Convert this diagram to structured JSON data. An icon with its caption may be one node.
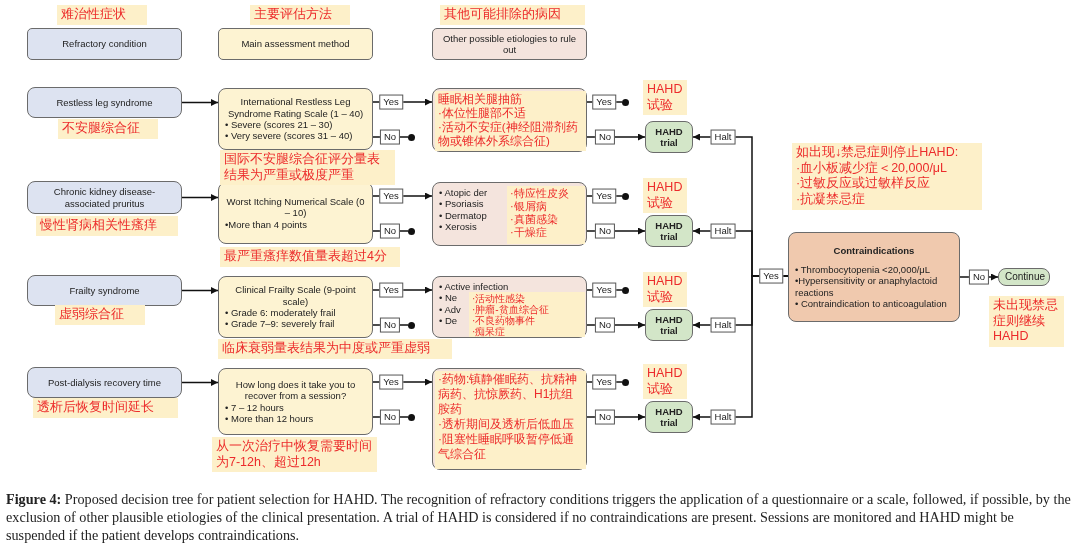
{
  "diagram": {
    "caption": "**Figure 4:** Proposed decision tree for patient selection for HAHD. The recognition of refractory conditions triggers the application of a questionnaire or a scale, followed, if possible, by the exclusion of other plausible etiologies of the clinical presentation. A trial of HAHD is considered if no contraindications are present. Sessions are monitored and HAHD might be suspended if the patient develops contraindications.",
    "nodes": [
      {
        "text": [
          "Refractory condition"
        ],
        "beside": [
          "难治性症状"
        ]
      },
      {
        "text": [
          "Main assessment method"
        ],
        "beside": [
          "主要评估方法"
        ]
      },
      {
        "text": [
          "Other possible etiologies to rule out"
        ],
        "beside": [
          "其他可能排除的病因"
        ]
      },
      {
        "text": [
          "Restless leg syndrome"
        ],
        "beside": [
          "不安腿综合征"
        ]
      },
      {
        "text": [
          "International Restless Leg Syndrome Rating Scale (1 – 40)",
          "• Severe (scores 21 – 30)",
          "• Very severe (scores 31 – 40)"
        ],
        "beside": [
          "国际不安腿综合征评分量表结果为严重或极度严重"
        ]
      },
      {
        "text": [
          "睡眠相关腿抽筋",
          "·体位性腿部不适",
          "·活动不安症(神经阻滞剂药物或锥体外系综合征)"
        ]
      },
      {
        "text": [
          "HAHD trial"
        ],
        "beside": [
          "HAHD试验"
        ]
      },
      {
        "text": [
          "Chronic kidney disease-associated pruritus"
        ],
        "beside": [
          "慢性肾病相关性瘙痒"
        ]
      },
      {
        "text": [
          "Worst Itching Numerical Scale (0 – 10)",
          "•More than 4 points"
        ],
        "beside": [
          "最严重瘙痒数值量表超过4分"
        ]
      },
      {
        "text": [
          "• Atopic der",
          "• Psoriasis",
          "• Dermatop",
          "• Xerosis",
          "·特应性皮炎",
          "·银屑病",
          "·真菌感染",
          "·干燥症"
        ]
      },
      {
        "text": [
          "HAHD trial"
        ],
        "beside": [
          "HAHD试验"
        ]
      },
      {
        "text": [
          "Frailty syndrome"
        ],
        "beside": [
          "虚弱综合征"
        ]
      },
      {
        "text": [
          "Clinical Frailty Scale (9-point scale)",
          "• Grade 6: moderately frail",
          "• Grade 7–9: severely frail"
        ],
        "beside": [
          "临床衰弱量表结果为中度或严重虚弱"
        ]
      },
      {
        "text": [
          "• Active infection",
          "• Ne",
          "• Adv",
          "• De",
          "·活动性感染",
          "·肿瘤-贫血综合征",
          "·不良药物事件",
          "·痴呆症"
        ]
      },
      {
        "text": [
          "HAHD trial"
        ],
        "beside": [
          "HAHD试验"
        ]
      },
      {
        "text": [
          "Post-dialysis recovery time"
        ],
        "beside": [
          "透析后恢复时间延长"
        ]
      },
      {
        "text": [
          "How long does it take you to recover from a session?",
          "• 7 – 12 hours",
          "• More than 12 hours"
        ],
        "beside": [
          "从一次治疗中恢复需要时间为7-12h、超过12h"
        ]
      },
      {
        "text": [
          "·药物:镇静催眠药、抗精神病药、抗惊厥药、H1抗组胺药",
          "·透析期间及透析后低血压",
          "·阻塞性睡眠呼吸暂停低通气综合征"
        ]
      },
      {
        "text": [
          "HAHD trial"
        ],
        "beside": [
          "HAHD试验"
        ]
      },
      {
        "text": [
          "Contraindications",
          "• Thrombocytopenia <20,000/μL",
          "•Hypersensitivity or anaphylactoid reactions",
          "• Contraindication to anticoagulation"
        ],
        "beside": [
          "如出现↓禁忌症则停止HAHD:",
          "·血小板减少症＜20,000/μL",
          "·过敏反应或过敏样反应",
          "·抗凝禁忌症"
        ]
      },
      {
        "text": [
          "Continue"
        ],
        "beside": [
          "未出现禁忌症则继续HAHD"
        ]
      },
      {
        "text": [],
        "shape": "circle"
      },
      {
        "text": [],
        "shape": "circle"
      },
      {
        "text": [],
        "shape": "circle"
      },
      {
        "text": [],
        "shape": "circle"
      },
      {
        "text": [],
        "shape": "circle"
      },
      {
        "text": [],
        "shape": "circle"
      },
      {
        "text": [],
        "shape": "circle"
      },
      {
        "text": [],
        "shape": "circle"
      }
    ],
    "edges": [
      {
        "from": 3,
        "to": 4,
        "arrow": "to"
      },
      {
        "from": 4,
        "to": 5,
        "arrow": "to",
        "label": "Yes"
      },
      {
        "from": 4,
        "to": 21,
        "arrow": "none",
        "label": "No"
      },
      {
        "from": 5,
        "to": 22,
        "arrow": "none",
        "label": "Yes"
      },
      {
        "from": 5,
        "to": 6,
        "arrow": "to",
        "label": "No"
      },
      {
        "from": 7,
        "to": 8,
        "arrow": "to"
      },
      {
        "from": 8,
        "to": 9,
        "arrow": "to",
        "label": "Yes"
      },
      {
        "from": 8,
        "to": 23,
        "arrow": "none",
        "label": "No"
      },
      {
        "from": 9,
        "to": 24,
        "arrow": "none",
        "label": "Yes"
      },
      {
        "from": 9,
        "to": 10,
        "arrow": "to",
        "label": "No"
      },
      {
        "from": 11,
        "to": 12,
        "arrow": "to"
      },
      {
        "from": 12,
        "to": 13,
        "arrow": "to",
        "label": "Yes"
      },
      {
        "from": 12,
        "to": 25,
        "arrow": "none",
        "label": "No"
      },
      {
        "from": 13,
        "to": 26,
        "arrow": "none",
        "label": "Yes"
      },
      {
        "from": 13,
        "to": 14,
        "arrow": "to",
        "label": "No"
      },
      {
        "from": 15,
        "to": 16,
        "arrow": "to"
      },
      {
        "from": 16,
        "to": 17,
        "arrow": "to",
        "label": "Yes"
      },
      {
        "from": 16,
        "to": 27,
        "arrow": "none",
        "label": "No"
      },
      {
        "from": 17,
        "to": 28,
        "arrow": "none",
        "label": "Yes"
      },
      {
        "from": 17,
        "to": 18,
        "arrow": "to",
        "label": "No"
      },
      {
        "from": 19,
        "to": 6,
        "arrow": "to",
        "label": "Halt"
      },
      {
        "from": 19,
        "to": 10,
        "arrow": "to",
        "label": "Halt"
      },
      {
        "from": 19,
        "to": 14,
        "arrow": "to",
        "label": "Halt"
      },
      {
        "from": 19,
        "to": 18,
        "arrow": "to",
        "label": "Halt"
      },
      {
        "from": 19,
        "to": 20,
        "arrow": "to",
        "label": "No"
      }
    ],
    "labels": [
      "Yes"
    ]
  }
}
